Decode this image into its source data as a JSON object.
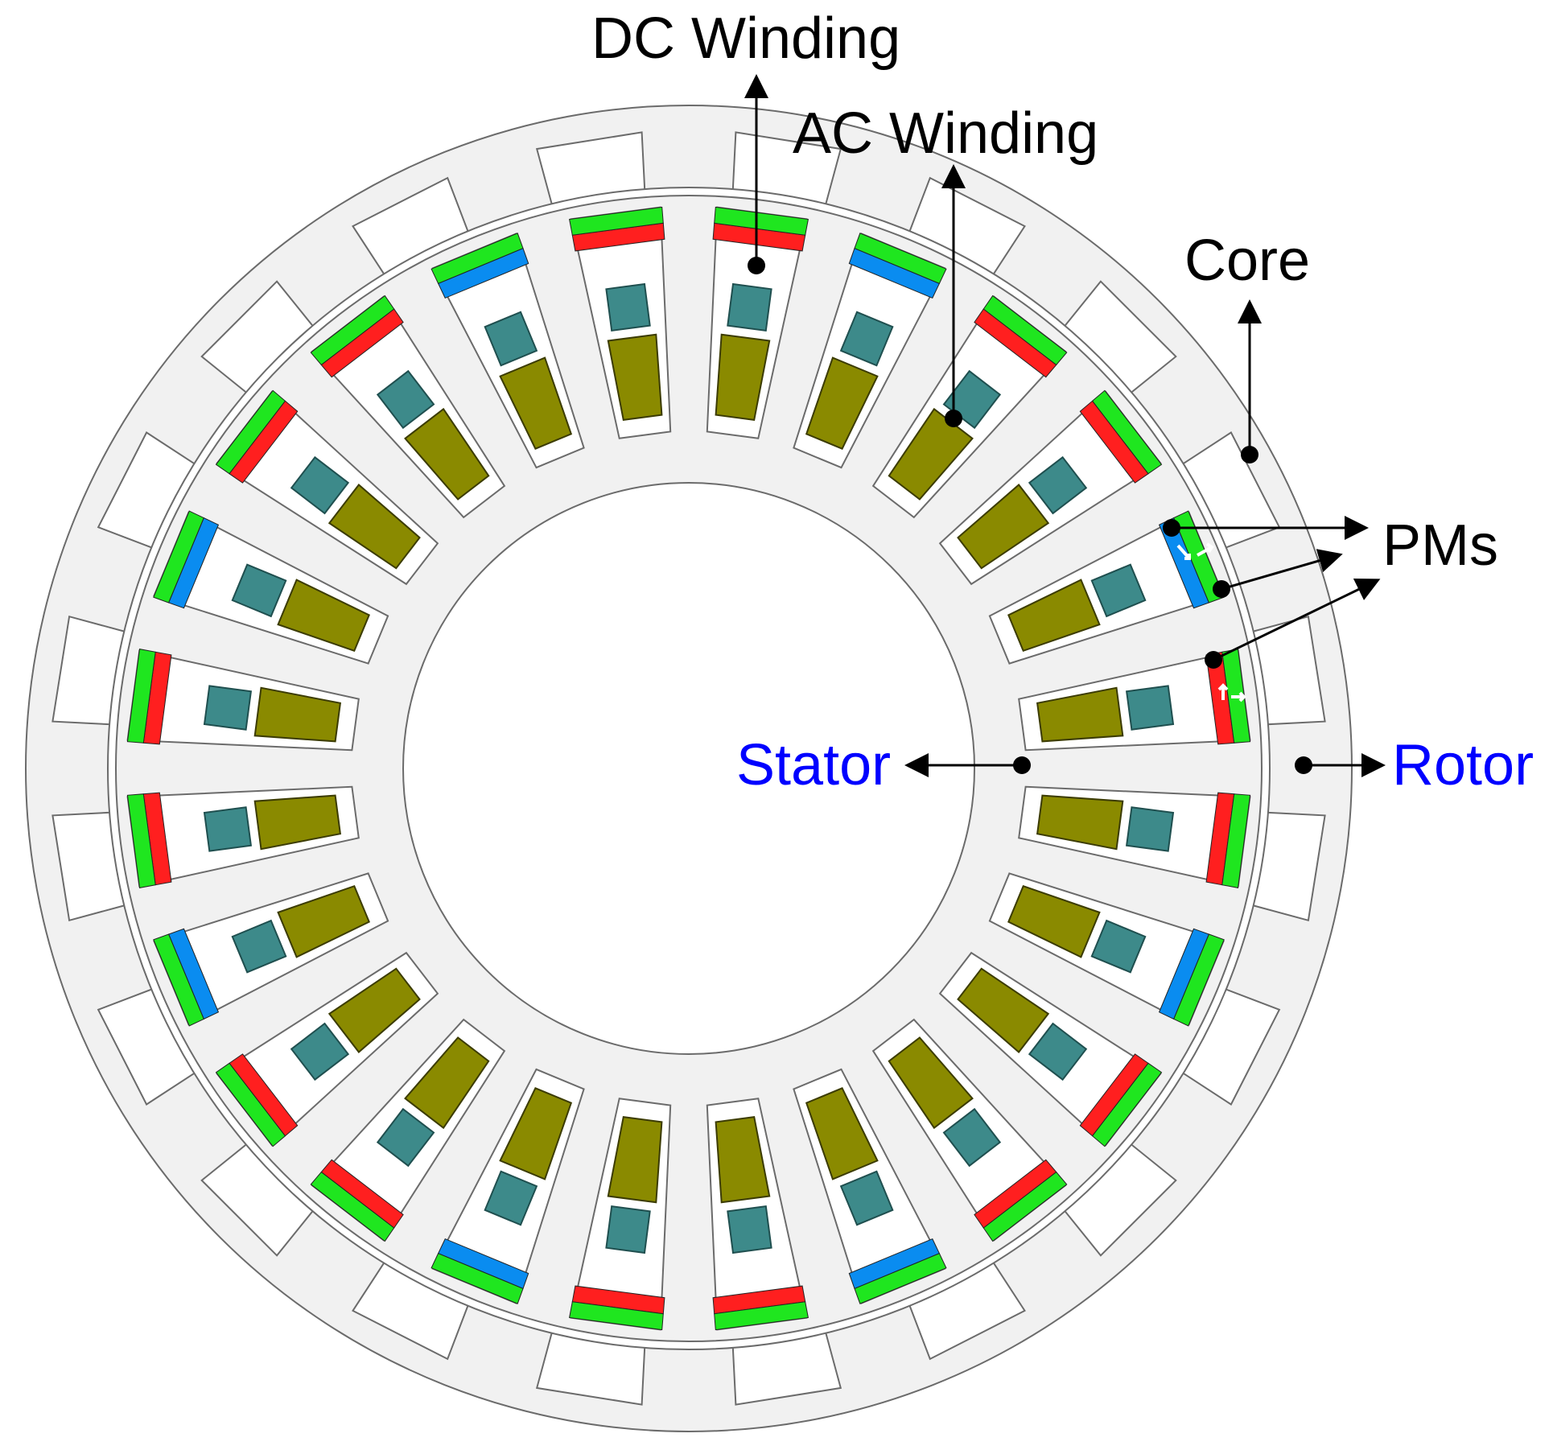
{
  "labels": {
    "dc_winding": "DC Winding",
    "ac_winding": "AC Winding",
    "core": "Core",
    "pms": "PMs",
    "stator": "Stator",
    "rotor": "Rotor"
  },
  "machine": {
    "stator_slots": 24,
    "rotor_teeth": 20
  },
  "colors": {
    "iron": "#f1f1f1",
    "outline": "#6b6b6b",
    "pm_red": "#ff1f1f",
    "pm_blue": "#0a8cf0",
    "pm_green": "#1fe61f",
    "dc_coil": "#3d8a8a",
    "ac_coil": "#8a8a00",
    "label_black": "#000000",
    "label_blue": "#0000ff"
  }
}
